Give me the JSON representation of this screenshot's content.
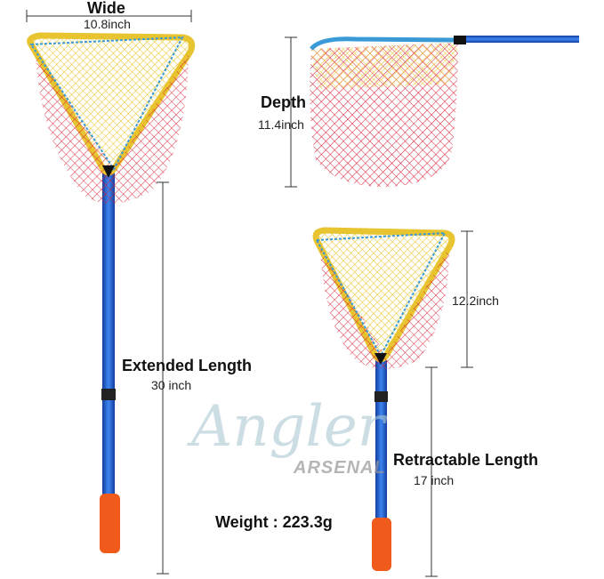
{
  "dimensions": {
    "wide": {
      "label": "Wide",
      "value": "10.8inch"
    },
    "depth": {
      "label": "Depth",
      "value": "11.4inch"
    },
    "folded_net_height": {
      "value": "12.2inch"
    },
    "extended": {
      "label": "Extended Length",
      "value": "30 inch"
    },
    "retractable": {
      "label": "Retractable Length",
      "value": "17 inch"
    },
    "weight": {
      "label": "Weight : 223.3g"
    }
  },
  "watermark": {
    "line1": "Angler",
    "line2": "ARSENAL"
  },
  "colors": {
    "pole": "#1f5fd6",
    "grip": "#f05a1a",
    "net_red": "#d8203a",
    "net_yellow": "#f2d230",
    "rim_blue": "#3a9ad8"
  }
}
